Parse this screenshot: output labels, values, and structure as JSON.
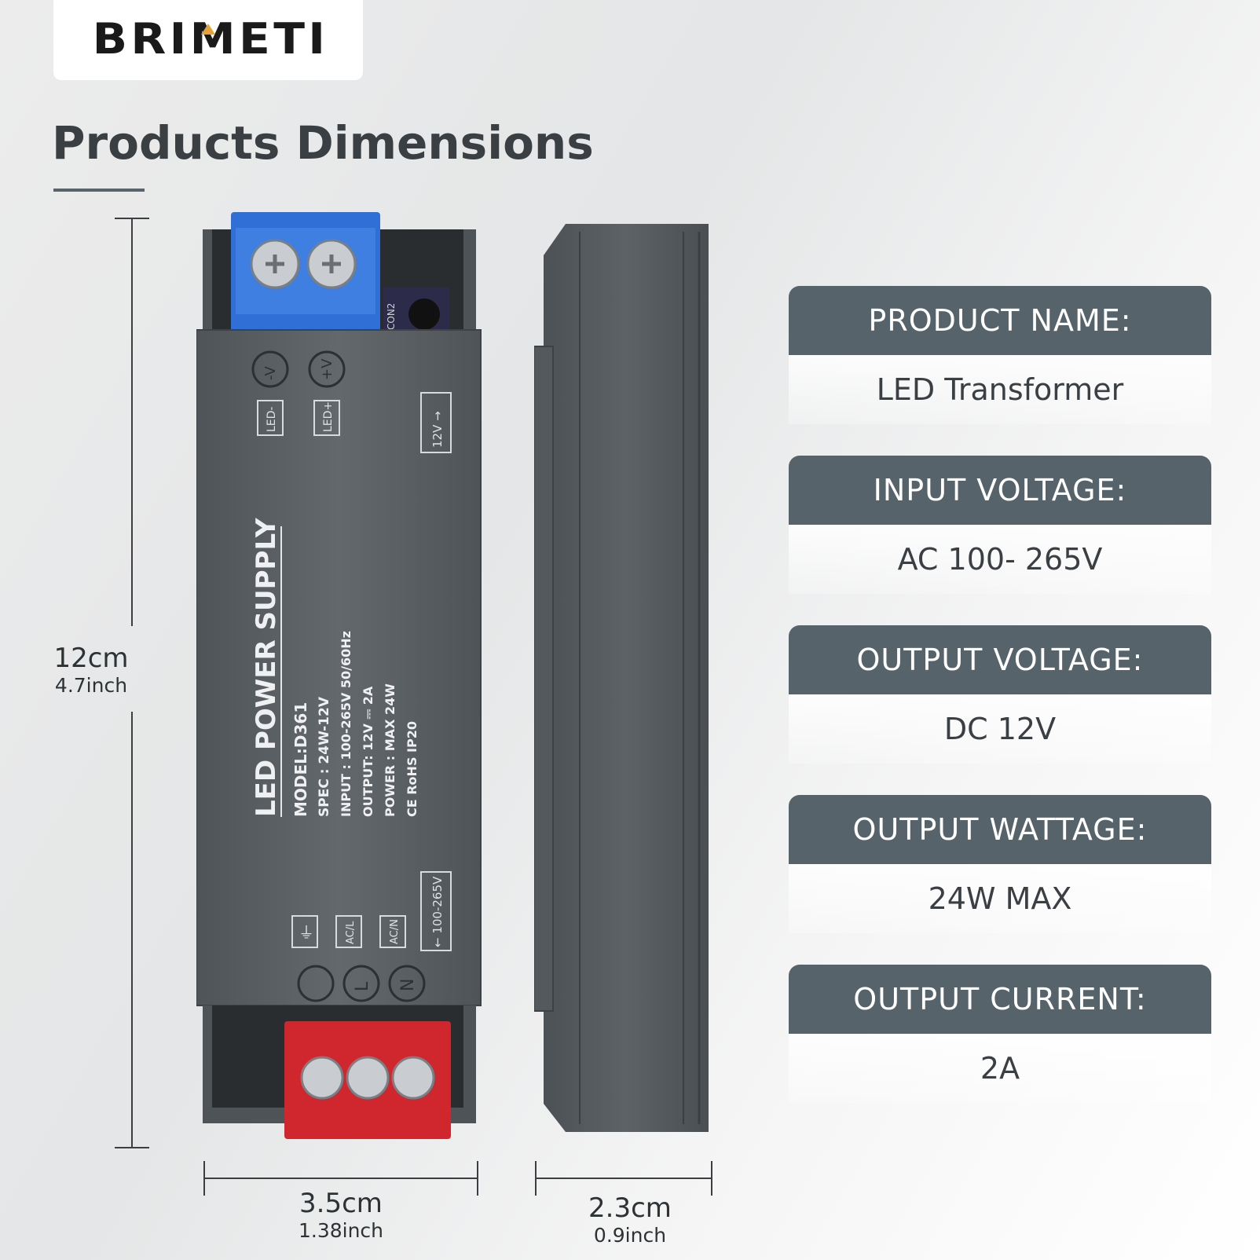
{
  "brand": {
    "logo_text": "BRIMETI"
  },
  "title": "Products Dimensions",
  "dimensions": {
    "height": {
      "main": "12cm",
      "sub": "4.7inch"
    },
    "width": {
      "main": "3.5cm",
      "sub": "1.38inch"
    },
    "depth": {
      "main": "2.3cm",
      "sub": "0.9inch"
    }
  },
  "product_labels": {
    "led_minus": "LED-",
    "led_plus": "LED+",
    "v_minus": "-V",
    "v_plus": "+V",
    "output_arrow": "12V →",
    "heading": "LED POWER SUPPLY",
    "model": "MODEL:D361",
    "spec": "SPEC : 24W-12V",
    "input": "INPUT : 100-265V 50/60Hz",
    "output": "OUTPUT: 12V ⎓ 2A",
    "power": "POWER : MAX 24W",
    "certs": "CE RoHS  IP20",
    "ground": "⏚",
    "ac_l": "AC/L",
    "ac_n": "AC/N",
    "input_arrow": "← 100-265V",
    "terminal_l": "L",
    "terminal_n": "N",
    "con2": "CON2"
  },
  "specs": [
    {
      "label": "PRODUCT NAME:",
      "value": "LED Transformer"
    },
    {
      "label": "INPUT VOLTAGE:",
      "value": "AC 100- 265V"
    },
    {
      "label": "OUTPUT VOLTAGE:",
      "value": "DC 12V"
    },
    {
      "label": "OUTPUT WATTAGE:",
      "value": "24W MAX"
    },
    {
      "label": "OUTPUT CURRENT:",
      "value": "2A"
    }
  ],
  "colors": {
    "header_bg": "#56636b",
    "body_case": "#5b6064",
    "terminal_blue": "#2f6fd6",
    "terminal_red": "#d0262d"
  }
}
